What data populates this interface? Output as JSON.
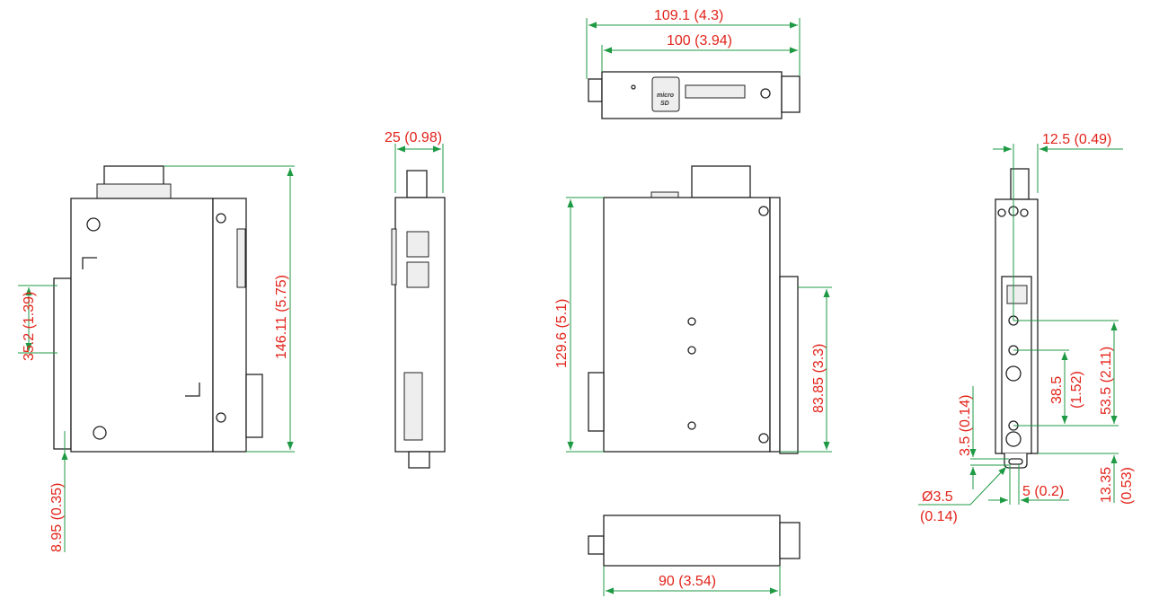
{
  "drawing": {
    "top_view": {
      "width_total": "109.1 (4.3)",
      "width_body": "100 (3.94)",
      "card_label_line1": "micro",
      "card_label_line2": "SD"
    },
    "front_view": {
      "height": "146.11 (5.75)",
      "din_clip": "35.2 (1.39)",
      "bottom_offset": "8.95 (0.35)"
    },
    "side_view": {
      "depth": "25 (0.98)"
    },
    "rear_view": {
      "height": "129.6 (5.1)",
      "mount_height": "83.85 (3.3)"
    },
    "bottom_view": {
      "width": "90 (3.54)"
    },
    "right_view": {
      "offset": "12.5 (0.49)",
      "hole_spacing_1": "53.5 (2.11)",
      "hole_spacing_2_line1": "38.5",
      "hole_spacing_2_line2": "(1.52)",
      "tab_gap": "3.5 (0.14)",
      "tab_height_line1": "13.35",
      "tab_height_line2": "(0.53)",
      "hole_dia_line1": "Ø3.5",
      "hole_dia_line2": "(0.14)",
      "slot_width": "5 (0.2)"
    }
  },
  "colors": {
    "dimension_line": "#1f9a44",
    "dimension_text": "#e2231a",
    "outline": "#222222"
  }
}
